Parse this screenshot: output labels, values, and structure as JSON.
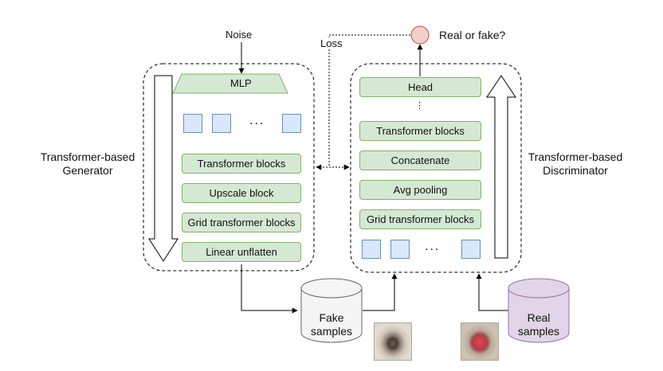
{
  "noise_label": "Noise",
  "loss_label": "Loss",
  "output_label": "Real or fake?",
  "generator": {
    "label_line1": "Transformer-based",
    "label_line2": "Generator",
    "mlp_label": "MLP",
    "blocks": [
      "Transformer blocks",
      "Upscale block",
      "Grid transformer blocks",
      "Linear unflatten"
    ],
    "ellipsis": "..."
  },
  "discriminator": {
    "label_line1": "Transformer-based",
    "label_line2": "Discriminator",
    "blocks": [
      "Head",
      "Transformer blocks",
      "Concatenate",
      "Avg pooling",
      "Grid transformer blocks"
    ],
    "ellipsis": "...",
    "vertical_ellipsis": "⋮"
  },
  "fake_store": {
    "line1": "Fake",
    "line2": "samples"
  },
  "real_store": {
    "line1": "Real",
    "line2": "samples"
  },
  "colors": {
    "block_fill": "#d5e8d4",
    "block_stroke": "#82b366",
    "token_fill": "#dae8fc",
    "token_stroke": "#6c8ebf",
    "output_fill": "#f8cecc",
    "output_stroke": "#b85450",
    "fake_cyl_fill": "#f5f5f5",
    "fake_cyl_stroke": "#666666",
    "real_cyl_fill": "#e1d5e7",
    "real_cyl_stroke": "#9673a6"
  }
}
